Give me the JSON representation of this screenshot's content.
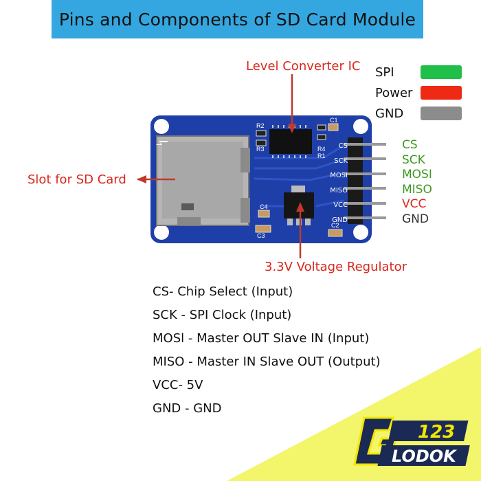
{
  "title": "Pins and Components of SD Card Module",
  "labels": {
    "level_converter": "Level Converter IC",
    "slot": "Slot for SD Card",
    "regulator": "3.3V Voltage Regulator"
  },
  "legend": [
    {
      "label": "SPI",
      "color": "#1fbf4a"
    },
    {
      "label": "Power",
      "color": "#ee2a15"
    },
    {
      "label": "GND",
      "color": "#8c8c8c"
    }
  ],
  "pins": [
    {
      "label": "CS",
      "color": "#3d9a1f"
    },
    {
      "label": "SCK",
      "color": "#3d9a1f"
    },
    {
      "label": "MOSI",
      "color": "#3d9a1f"
    },
    {
      "label": "MISO",
      "color": "#3d9a1f"
    },
    {
      "label": "VCC",
      "color": "#d9261c"
    },
    {
      "label": "GND",
      "color": "#333333"
    }
  ],
  "board_silkscreen": {
    "pins": [
      "CS",
      "SCK",
      "MOSI",
      "MISO",
      "VCC",
      "GND"
    ],
    "components": [
      "R2",
      "R3",
      "C1",
      "R4",
      "R1",
      "C4",
      "C3",
      "C2"
    ]
  },
  "descriptions": [
    "CS- Chip Select (Input)",
    "SCK - SPI Clock (Input)",
    "MOSl - Master OUT Slave IN (Input)",
    "MISO - Master IN Slave OUT (Output)",
    "VCC- 5V",
    "GND - GND"
  ],
  "logo": {
    "top": "123",
    "bottom": "LODOK",
    "letter": "G"
  },
  "colors": {
    "title_bg": "#35a7e0",
    "board": "#1f3fa8",
    "accent_yellow": "#f3f56a"
  }
}
